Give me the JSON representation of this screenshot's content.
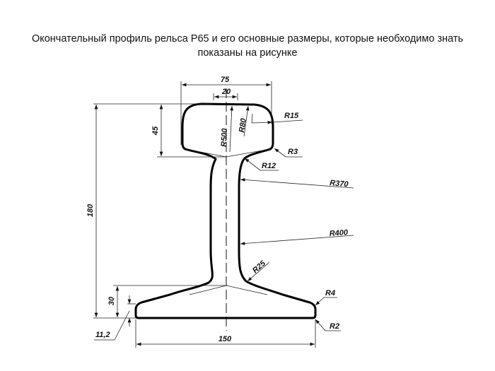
{
  "title": {
    "line1": "Окончательный профиль рельса Р65 и его основные размеры, которые необходимо знать",
    "line2": "показаны на рисунке"
  },
  "dimensions": {
    "head_width": "75",
    "crown_width": "20",
    "head_height": "45",
    "rail_height": "180",
    "foot_height": "30",
    "foot_edge": "11,2",
    "foot_width": "150"
  },
  "radii": {
    "r15": "R15",
    "r3": "R3",
    "r12": "R12",
    "r370": "R370",
    "r400": "R400",
    "r25": "R25",
    "r4": "R4",
    "r2": "R2",
    "r500": "R500",
    "r80": "R80"
  }
}
